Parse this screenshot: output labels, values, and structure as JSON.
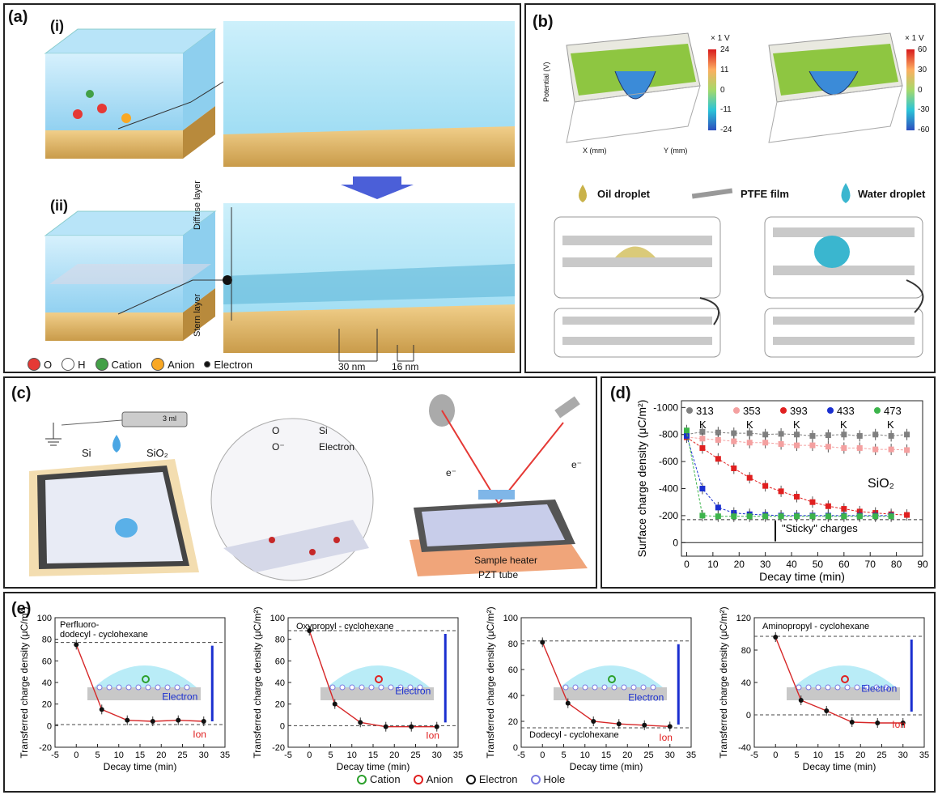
{
  "panel_a": {
    "label": "(a)",
    "sub_i": "(i)",
    "sub_ii": "(ii)",
    "diffuse_layer": "Diffuse layer",
    "stern_layer": "Stern layer",
    "scale_1": "30 nm",
    "scale_2": "16 nm",
    "legend": [
      {
        "symbol": "O",
        "label": "O",
        "color": "#e53935"
      },
      {
        "symbol": "H",
        "label": "H",
        "color": "#ffffff"
      },
      {
        "symbol": "+",
        "label": "Cation",
        "color": "#43a047"
      },
      {
        "symbol": "-",
        "label": "Anion",
        "color": "#f9a825"
      },
      {
        "symbol": "•",
        "label": "Electron",
        "color": "#111111"
      }
    ]
  },
  "panel_b": {
    "label": "(b)",
    "unit_left": "× 1 V",
    "unit_right": "× 1 V",
    "colorbar_left": [
      "24",
      "11",
      "0",
      "-11",
      "-24"
    ],
    "colorbar_right": [
      "60",
      "30",
      "0",
      "-30",
      "-60"
    ],
    "z_axis": "Potential (V)",
    "x_axis": "X (mm)",
    "y_axis": "Y (mm)",
    "oil": "Oil droplet",
    "ptfe": "PTFE film",
    "water": "Water droplet"
  },
  "panel_c": {
    "label": "(c)",
    "syringe": "3 ml",
    "si": "Si",
    "sio2": "SiO₂",
    "legend_o": "O",
    "legend_si": "Si",
    "legend_ominus": "O⁻",
    "legend_electron": "Electron",
    "heater": "Sample heater",
    "pzt": "PZT tube",
    "e_minus": "e⁻"
  },
  "panel_d": {
    "label": "(d)",
    "annotation_material": "SiO₂",
    "annotation_sticky": "\"Sticky\" charges",
    "unit": "K",
    "chart_data": {
      "type": "scatter",
      "xlabel": "Decay time (min)",
      "ylabel": "Surface charge density (μC/m²)",
      "xlim": [
        -2,
        90
      ],
      "ylim": [
        -1050,
        100
      ],
      "xticks": [
        "0",
        "10",
        "20",
        "30",
        "40",
        "50",
        "60",
        "70",
        "80",
        "90"
      ],
      "yticks": [
        "-1000",
        "-800",
        "-600",
        "-400",
        "-200",
        "0"
      ],
      "series": [
        {
          "name": "313",
          "color": "#808080",
          "x": [
            0,
            6,
            12,
            18,
            24,
            30,
            36,
            42,
            48,
            54,
            60,
            66,
            72,
            78,
            84
          ],
          "values": [
            -800,
            -820,
            -815,
            -810,
            -810,
            -800,
            -805,
            -800,
            -790,
            -795,
            -800,
            -790,
            -800,
            -790,
            -800
          ]
        },
        {
          "name": "353",
          "color": "#f4a0a0",
          "x": [
            0,
            6,
            12,
            18,
            24,
            30,
            36,
            42,
            48,
            54,
            60,
            66,
            72,
            78,
            84
          ],
          "values": [
            -780,
            -770,
            -760,
            -750,
            -740,
            -740,
            -730,
            -720,
            -720,
            -710,
            -700,
            -700,
            -690,
            -690,
            -685
          ]
        },
        {
          "name": "393",
          "color": "#e02020",
          "x": [
            0,
            6,
            12,
            18,
            24,
            30,
            36,
            42,
            48,
            54,
            60,
            66,
            72,
            78,
            84
          ],
          "values": [
            -780,
            -700,
            -620,
            -550,
            -480,
            -420,
            -380,
            -340,
            -300,
            -270,
            -250,
            -230,
            -220,
            -210,
            -205
          ]
        },
        {
          "name": "433",
          "color": "#1a2fd0",
          "x": [
            0,
            6,
            12,
            18,
            24,
            30,
            36,
            42,
            48,
            54,
            60,
            66,
            72,
            78
          ],
          "values": [
            -790,
            -400,
            -260,
            -220,
            -210,
            -205,
            -200,
            -200,
            -200,
            -200,
            -200,
            -200,
            -200,
            -200
          ]
        },
        {
          "name": "473",
          "color": "#3cb44b",
          "x": [
            0,
            6,
            12,
            18,
            24,
            30,
            36,
            42,
            48,
            54,
            60,
            66,
            72,
            78
          ],
          "values": [
            -830,
            -200,
            -195,
            -195,
            -195,
            -195,
            -195,
            -195,
            -195,
            -195,
            -195,
            -195,
            -195,
            -195
          ]
        }
      ]
    }
  },
  "panel_e": {
    "label": "(e)",
    "legend": [
      {
        "label": "Cation",
        "color": "#2ca02c"
      },
      {
        "label": "Anion",
        "color": "#e02020"
      },
      {
        "label": "Electron",
        "color": "#111111"
      },
      {
        "label": "Hole",
        "color": "#7a7ae0"
      }
    ],
    "electron": "Electron",
    "ion": "Ion",
    "chart_data": [
      {
        "type": "scatter",
        "title": "Perfluoro-dodecyl - cyclohexane",
        "title_l1": "Perfluoro-",
        "title_l2": "dodecyl - cyclohexane",
        "xlabel": "Decay time (min)",
        "ylabel": "Transferred charge density (μC/m²)",
        "xlim": [
          -5,
          35
        ],
        "ylim": [
          -20,
          100
        ],
        "xticks": [
          "-5",
          "0",
          "5",
          "10",
          "15",
          "20",
          "25",
          "30",
          "35"
        ],
        "yticks": [
          "-20",
          "0",
          "20",
          "40",
          "60",
          "80",
          "100"
        ],
        "x": [
          0,
          6,
          12,
          18,
          24,
          30
        ],
        "values": [
          75,
          15,
          5,
          4,
          5,
          4
        ],
        "upper": 77,
        "lower": 1,
        "probe": "cation"
      },
      {
        "type": "scatter",
        "title": "Oxypropyl - cyclohexane",
        "xlabel": "Decay time (min)",
        "ylabel": "Transferred charge density (μC/m²)",
        "xlim": [
          -5,
          35
        ],
        "ylim": [
          -20,
          100
        ],
        "xticks": [
          "-5",
          "0",
          "5",
          "10",
          "15",
          "20",
          "25",
          "30",
          "35"
        ],
        "yticks": [
          "-20",
          "0",
          "20",
          "40",
          "60",
          "80",
          "100"
        ],
        "x": [
          0,
          6,
          12,
          18,
          24,
          30
        ],
        "values": [
          88,
          20,
          3,
          -1,
          -1,
          -1
        ],
        "upper": 88,
        "lower": 0,
        "probe": "anion"
      },
      {
        "type": "scatter",
        "title": "Dodecyl - cyclohexane",
        "xlabel": "Decay time (min)",
        "ylabel": "Transferred charge density (μC/m²)",
        "xlim": [
          -5,
          35
        ],
        "ylim": [
          0,
          100
        ],
        "xticks": [
          "-5",
          "0",
          "5",
          "10",
          "15",
          "20",
          "25",
          "30",
          "35"
        ],
        "yticks": [
          "0",
          "20",
          "40",
          "60",
          "80",
          "100"
        ],
        "x": [
          0,
          6,
          12,
          18,
          24,
          30
        ],
        "values": [
          81,
          34,
          20,
          18,
          17,
          16
        ],
        "upper": 82,
        "lower": 15,
        "probe": "cation"
      },
      {
        "type": "scatter",
        "title": "Aminopropyl - cyclohexane",
        "xlabel": "Decay time (min)",
        "ylabel": "Transferred charge density (μC/m²)",
        "xlim": [
          -5,
          35
        ],
        "ylim": [
          -40,
          120
        ],
        "xticks": [
          "-5",
          "0",
          "5",
          "10",
          "15",
          "20",
          "25",
          "30",
          "35"
        ],
        "yticks": [
          "-40",
          "0",
          "40",
          "80",
          "120"
        ],
        "x": [
          0,
          6,
          12,
          18,
          24,
          30
        ],
        "values": [
          96,
          18,
          5,
          -9,
          -10,
          -10
        ],
        "upper": 97,
        "lower": 0,
        "probe": "anion"
      }
    ]
  }
}
